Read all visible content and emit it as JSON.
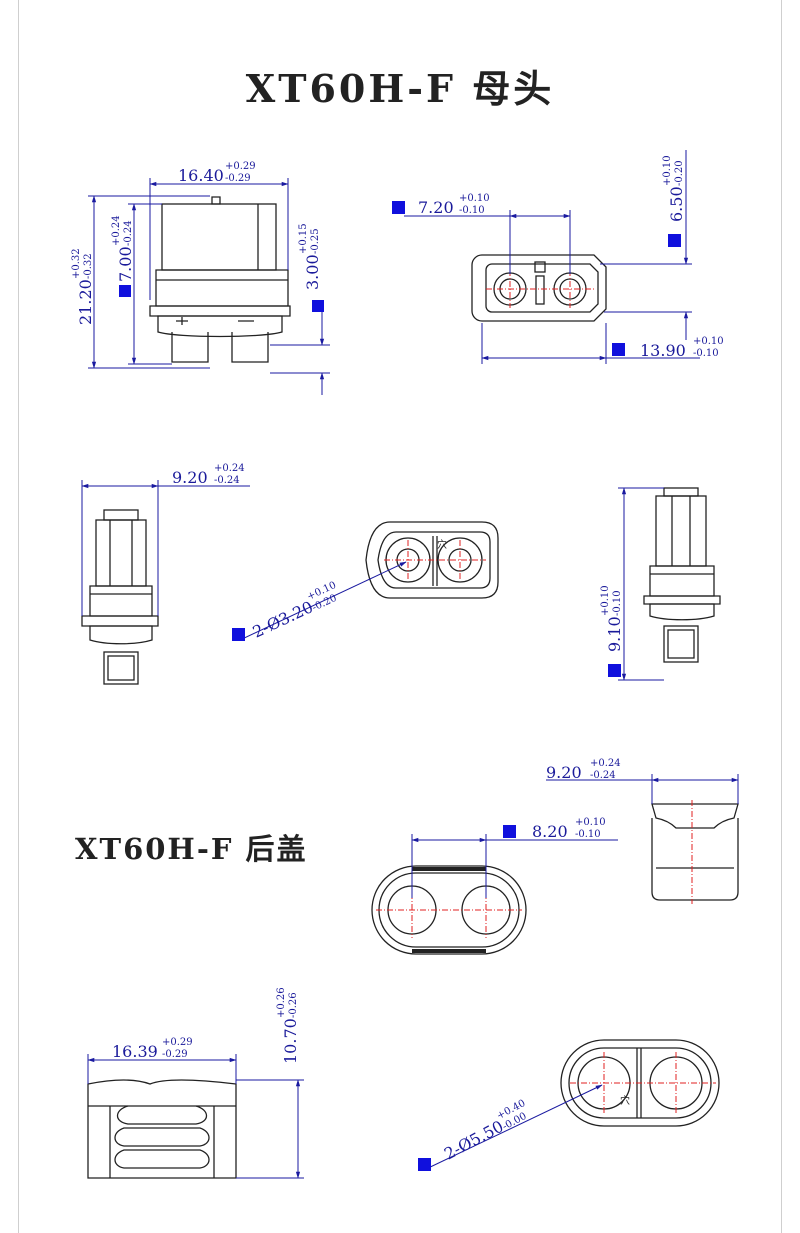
{
  "titles": {
    "female": "XT60H-F 母头",
    "cover": "XT60H-F 后盖"
  },
  "colors": {
    "outline": "#222222",
    "dimension": "#1a1aa0",
    "marker": "#1010dd",
    "centerline": "#e02020"
  },
  "mark": "穴",
  "dimensions": {
    "d1": {
      "main": "16.40",
      "plus": "+0.29",
      "minus": "-0.29"
    },
    "d2": {
      "main": "21.20",
      "plus": "+0.32",
      "minus": "-0.32"
    },
    "d3": {
      "main": "7.00",
      "plus": "+0.24",
      "minus": "-0.24"
    },
    "d4": {
      "main": "3.00",
      "plus": "+0.15",
      "minus": "-0.25"
    },
    "d5": {
      "main": "7.20",
      "plus": "+0.10",
      "minus": "-0.10"
    },
    "d6": {
      "main": "6.50",
      "plus": "+0.10",
      "minus": "-0.20"
    },
    "d7": {
      "main": "13.90",
      "plus": "+0.10",
      "minus": "-0.10"
    },
    "d8": {
      "main": "9.20",
      "plus": "+0.24",
      "minus": "-0.24"
    },
    "d9": {
      "main": "2-Ø3.20",
      "plus": "+0.10",
      "minus": "-0.20"
    },
    "d10": {
      "main": "9.10",
      "plus": "+0.10",
      "minus": "-0.10"
    },
    "d11": {
      "main": "9.20",
      "plus": "+0.24",
      "minus": "-0.24"
    },
    "d12": {
      "main": "8.20",
      "plus": "+0.10",
      "minus": "-0.10"
    },
    "d13": {
      "main": "16.39",
      "plus": "+0.29",
      "minus": "-0.29"
    },
    "d14": {
      "main": "10.70",
      "plus": "+0.26",
      "minus": "-0.26"
    },
    "d15": {
      "main": "2-Ø5.50",
      "plus": "+0.40",
      "minus": "-0.00"
    }
  }
}
